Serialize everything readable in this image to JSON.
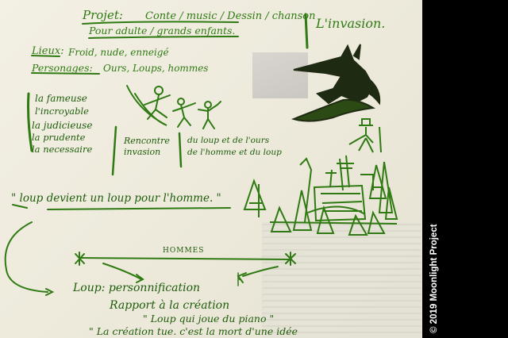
{
  "header": {
    "projet_label": "Projet:",
    "projet_items": "Conte / music / Dessin / chanson",
    "audience": "Pour adulte / grands enfants.",
    "title_right": "L'invasion."
  },
  "setting": {
    "lieux_label": "Lieux:",
    "lieux_value": "Froid, nude, enneigé",
    "personages_label": "Personages:",
    "personages_value": "Ours, Loups, hommes"
  },
  "traits": [
    "la fameuse",
    "l'incroyable",
    "la judicieuse",
    "la prudente",
    "la necessaire"
  ],
  "middle": {
    "rencontre": [
      "Rencontre",
      "invasion"
    ],
    "right_note": [
      "du loup et de l'ours",
      "de l'homme et du loup"
    ]
  },
  "quote": "\" loup devient un loup pour l'homme. \"",
  "axis": {
    "label": "HOMMES"
  },
  "bottom": {
    "line1": "Loup: personnification",
    "line2": "Rapport à la création",
    "line3": "\" Loup qui joue du piano \"",
    "line4": "\" La création tue. c'est la mort d'une idée"
  },
  "copyright": "© 2019 Moonlight Project",
  "colors": {
    "ink": "#2f7a12",
    "ink_dark": "#1e5c0a",
    "paper": "#eeebdd",
    "bar": "#000000"
  }
}
